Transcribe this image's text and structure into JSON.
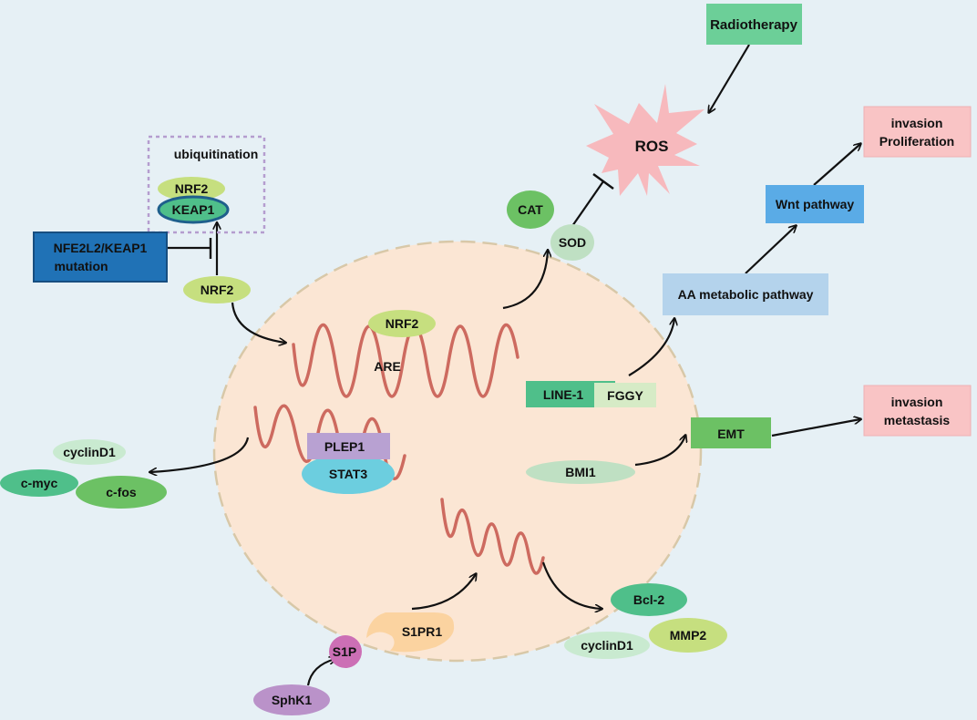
{
  "colors": {
    "background": "#e6f0f5",
    "nucleus_fill": "#fbe6d4",
    "nucleus_border": "#d8c8a8",
    "dna": "#cd6a5f",
    "light_green": "#c6df7f",
    "pale_green": "#bfe0c3",
    "mid_green": "#6cc164",
    "teal_green": "#4fbf8a",
    "box_green": "#6ccf98",
    "box_blue": "#5aabe6",
    "box_light_blue": "#b4d3ec",
    "box_dark_blue": "#2072b6",
    "box_pink": "#f9c4c5",
    "ros_pink": "#f7b9bd",
    "cyan": "#6ccedf",
    "lavender": "#b8a1d2",
    "purple": "#ba92c9",
    "magenta": "#cc6fb5",
    "peach": "#fbd3a0",
    "dotted_box": "#b59dcf"
  },
  "labels": {
    "radiotherapy": "Radiotherapy",
    "ros": "ROS",
    "invasion_proliferation": [
      "invasion",
      "Proliferation"
    ],
    "wnt_pathway": "Wnt pathway",
    "aa_metabolic_pathway": "AA metabolic pathway",
    "ubiquitination": "ubiquitination",
    "nrf2_top": "NRF2",
    "keap1": "KEAP1",
    "nfe2l2_mutation": [
      "NFE2L2/KEAP1",
      "mutation"
    ],
    "nrf2_mid": "NRF2",
    "nrf2_nucleus": "NRF2",
    "are": "ARE",
    "cat": "CAT",
    "sod": "SOD",
    "line1": "LINE-1",
    "fggy": "FGGY",
    "emt": "EMT",
    "invasion_metastasis": [
      "invasion",
      "metastasis"
    ],
    "bmi1": "BMI1",
    "plep1": "PLEP1",
    "stat3": "STAT3",
    "cyclind1_left": "cyclinD1",
    "c_myc": "c-myc",
    "c_fos": "c-fos",
    "bcl2": "Bcl-2",
    "mmp2": "MMP2",
    "cyclind1_right": "cyclinD1",
    "s1pr1": "S1PR1",
    "s1p": "S1P",
    "sphk1": "SphK1"
  }
}
